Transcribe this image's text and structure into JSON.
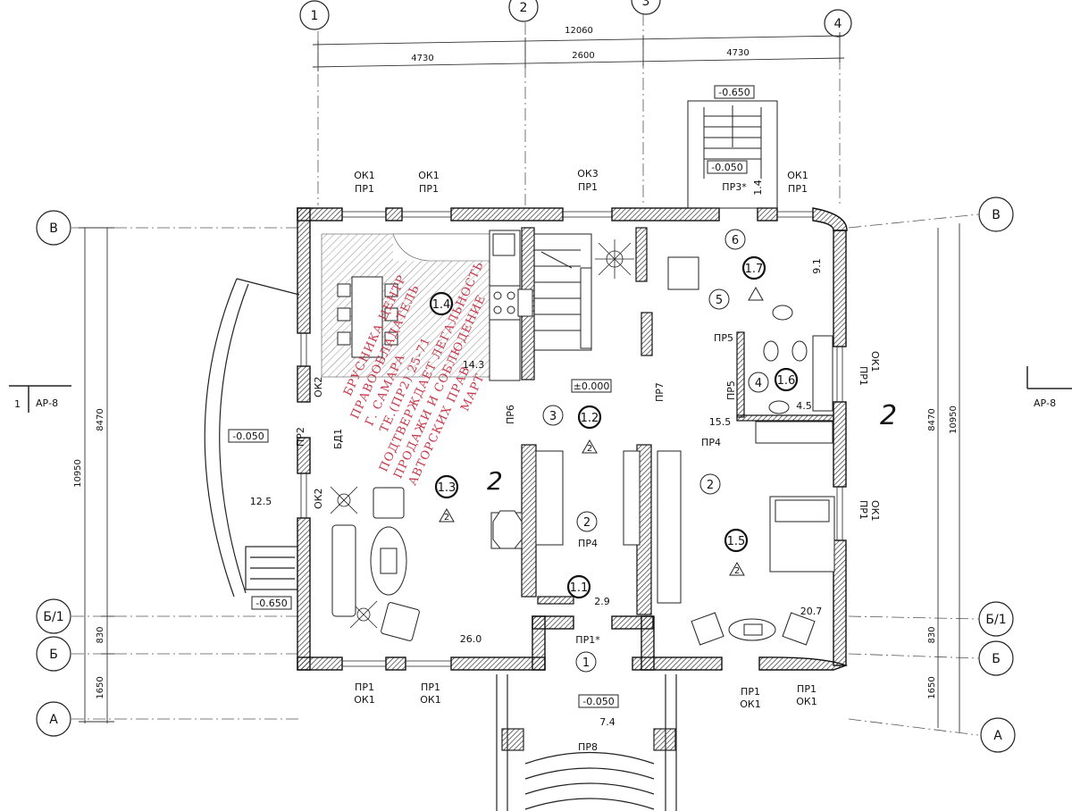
{
  "axes": {
    "top": [
      "1",
      "2",
      "3",
      "4"
    ],
    "rows_left": [
      "В",
      "Б/1",
      "Б",
      "А"
    ],
    "rows_right": [
      "В",
      "Б/1",
      "Б",
      "А"
    ]
  },
  "dimensions": {
    "overall_top": "12060",
    "top_1": "4730",
    "top_2": "2600",
    "top_3": "4730",
    "left_total": "10950",
    "left_main": "8470",
    "left_b1": "830",
    "left_a": "1650",
    "right_total": "10950",
    "right_main": "8470",
    "right_b1": "830",
    "right_a": "1650"
  },
  "section_marks": {
    "left_num": "1",
    "left_ref": "АР-8",
    "right_ref": "АР-8"
  },
  "elevations": {
    "stair_top": "-0.650",
    "stair_top_landing": "-0.050",
    "main_floor": "±0.000",
    "terrace": "-0.050",
    "terrace_stair": "-0.650",
    "entrance": "-0.050"
  },
  "openings": {
    "ok1": "ОК1",
    "ok2": "ОК2",
    "ok3": "ОК3",
    "pr1": "ПР1",
    "pr1_star": "ПР1*",
    "pr2": "ПР2",
    "pr3_star": "ПР3*",
    "pr4": "ПР4",
    "pr5": "ПР5",
    "pr6": "ПР6",
    "pr7": "ПР7",
    "pr8": "ПР8",
    "bd1": "БД1"
  },
  "rooms": [
    {
      "num": "1",
      "code": "1.1",
      "area": "2.9"
    },
    {
      "num": "2",
      "code": "",
      "area": ""
    },
    {
      "num": "3",
      "code": "1.2",
      "area": "15.5"
    },
    {
      "num": "4",
      "code": "1.6",
      "area": "4.5"
    },
    {
      "num": "5",
      "code": "",
      "area": ""
    },
    {
      "num": "6",
      "code": "1.7",
      "area": "9.1"
    },
    {
      "num": "",
      "code": "1.3",
      "area": "26.0"
    },
    {
      "num": "",
      "code": "1.4",
      "area": "14.3"
    },
    {
      "num": "",
      "code": "1.5",
      "area": "20.7"
    }
  ],
  "misc": {
    "terrace_area": "12.5",
    "porch_area": "7.4",
    "stair_landing_val": "1.4",
    "rev_2": "2",
    "handwritten": "2",
    "handwritten_right": "2"
  },
  "stamp": {
    "line1": "ПРАВООБЛАДАТЕЛЬ",
    "line2": "Г. САМАРА",
    "line3": "ТЕ.(ПР2) 25-71",
    "line4": "ПОДТВЕРЖДАЕТ ЛЕГАЛЬНОСТЬ",
    "line5": "ПРОДАЖИ И СОБЛЮДЕНИЕ",
    "line6": "АВТОРСКИХ ПРАВ",
    "line7": "МАРТ",
    "line8": "БРУСНИКА ЦЕНТР"
  }
}
